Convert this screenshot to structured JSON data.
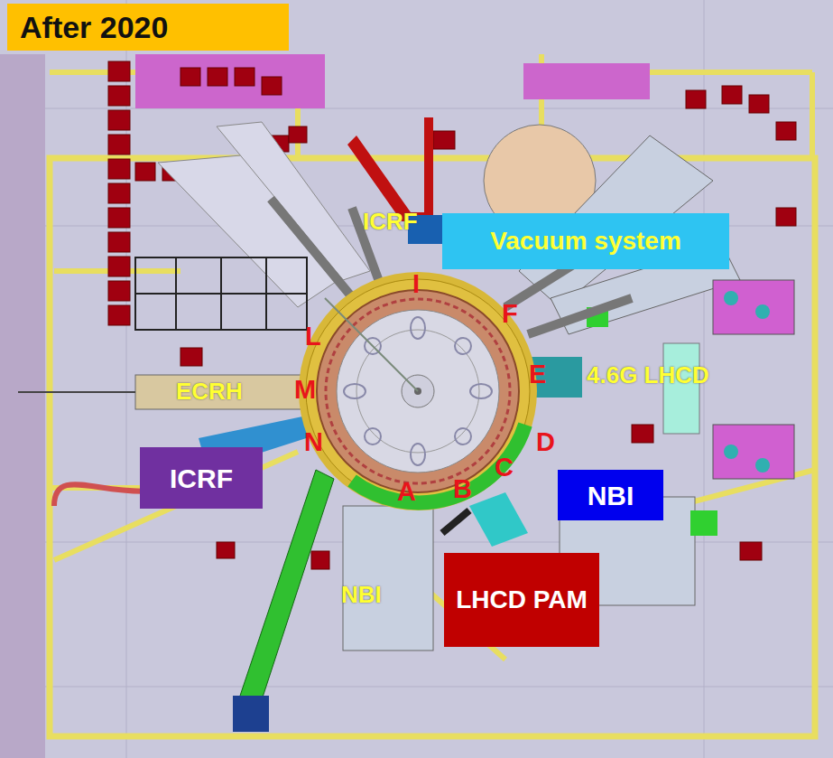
{
  "diagram": {
    "title": "After 2020",
    "nodes": [
      {
        "text": [
          "Vacuum system"
        ]
      },
      {
        "text": [
          "ICRF"
        ]
      },
      {
        "text": [
          "NBI"
        ]
      },
      {
        "text": [
          "LHCD PAM"
        ]
      }
    ],
    "labels": [
      "ICRF",
      "ECRH",
      "4.6G LHCD",
      "NBI",
      "I",
      "F",
      "E",
      "D",
      "C",
      "B",
      "A",
      "N",
      "M",
      "L"
    ]
  }
}
